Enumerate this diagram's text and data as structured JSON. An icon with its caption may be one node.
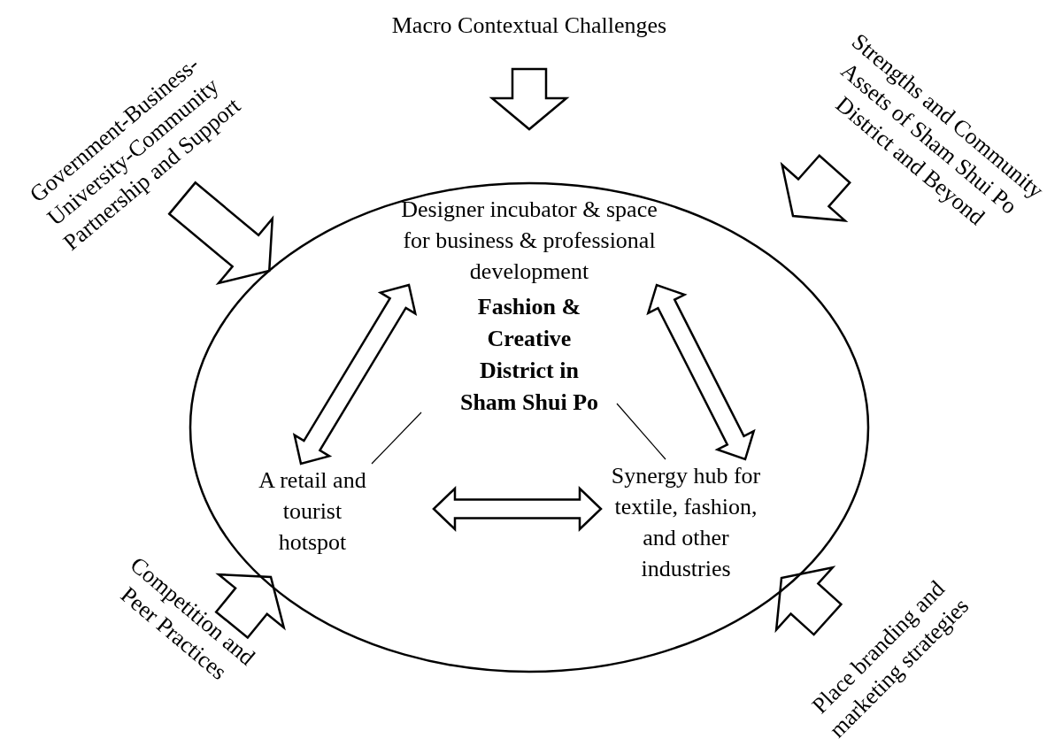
{
  "diagram": {
    "nodes": [
      {
        "text": [],
        "shape": "ellipse"
      },
      {
        "text": [
          "Macro Contextual Challenges"
        ]
      },
      {
        "text": [
          "Government-Business-University-Community Partnership and Support"
        ]
      },
      {
        "text": [
          "Strengths and Community Assets of Sham Shui Po District and Beyond"
        ]
      },
      {
        "text": [
          "Designer incubator & space for business & professional development"
        ],
        "in": 0
      },
      {
        "text": [
          "Fashion & Creative District in Sham Shui Po"
        ],
        "in": 0
      },
      {
        "text": [
          "A retail and tourist hotspot"
        ],
        "in": 0
      },
      {
        "text": [
          "Synergy hub for textile, fashion, and other industries"
        ],
        "in": 0
      },
      {
        "text": [
          "Competition and Peer Practices"
        ]
      },
      {
        "text": [
          "Place branding and marketing strategies"
        ]
      }
    ],
    "edges": [
      {
        "from": 1,
        "to": 0,
        "arrow": "to"
      },
      {
        "from": 2,
        "to": 0,
        "arrow": "to"
      },
      {
        "from": 3,
        "to": 0,
        "arrow": "to"
      },
      {
        "from": 4,
        "to": 6,
        "arrow": "both"
      },
      {
        "from": 4,
        "to": 7,
        "arrow": "both"
      },
      {
        "from": 6,
        "to": 7,
        "arrow": "both"
      },
      {
        "from": 5,
        "to": 6,
        "arrow": "none"
      },
      {
        "from": 5,
        "to": 7,
        "arrow": "none"
      },
      {
        "from": 8,
        "to": 0,
        "arrow": "to"
      },
      {
        "from": 9,
        "to": 0,
        "arrow": "to"
      }
    ]
  }
}
